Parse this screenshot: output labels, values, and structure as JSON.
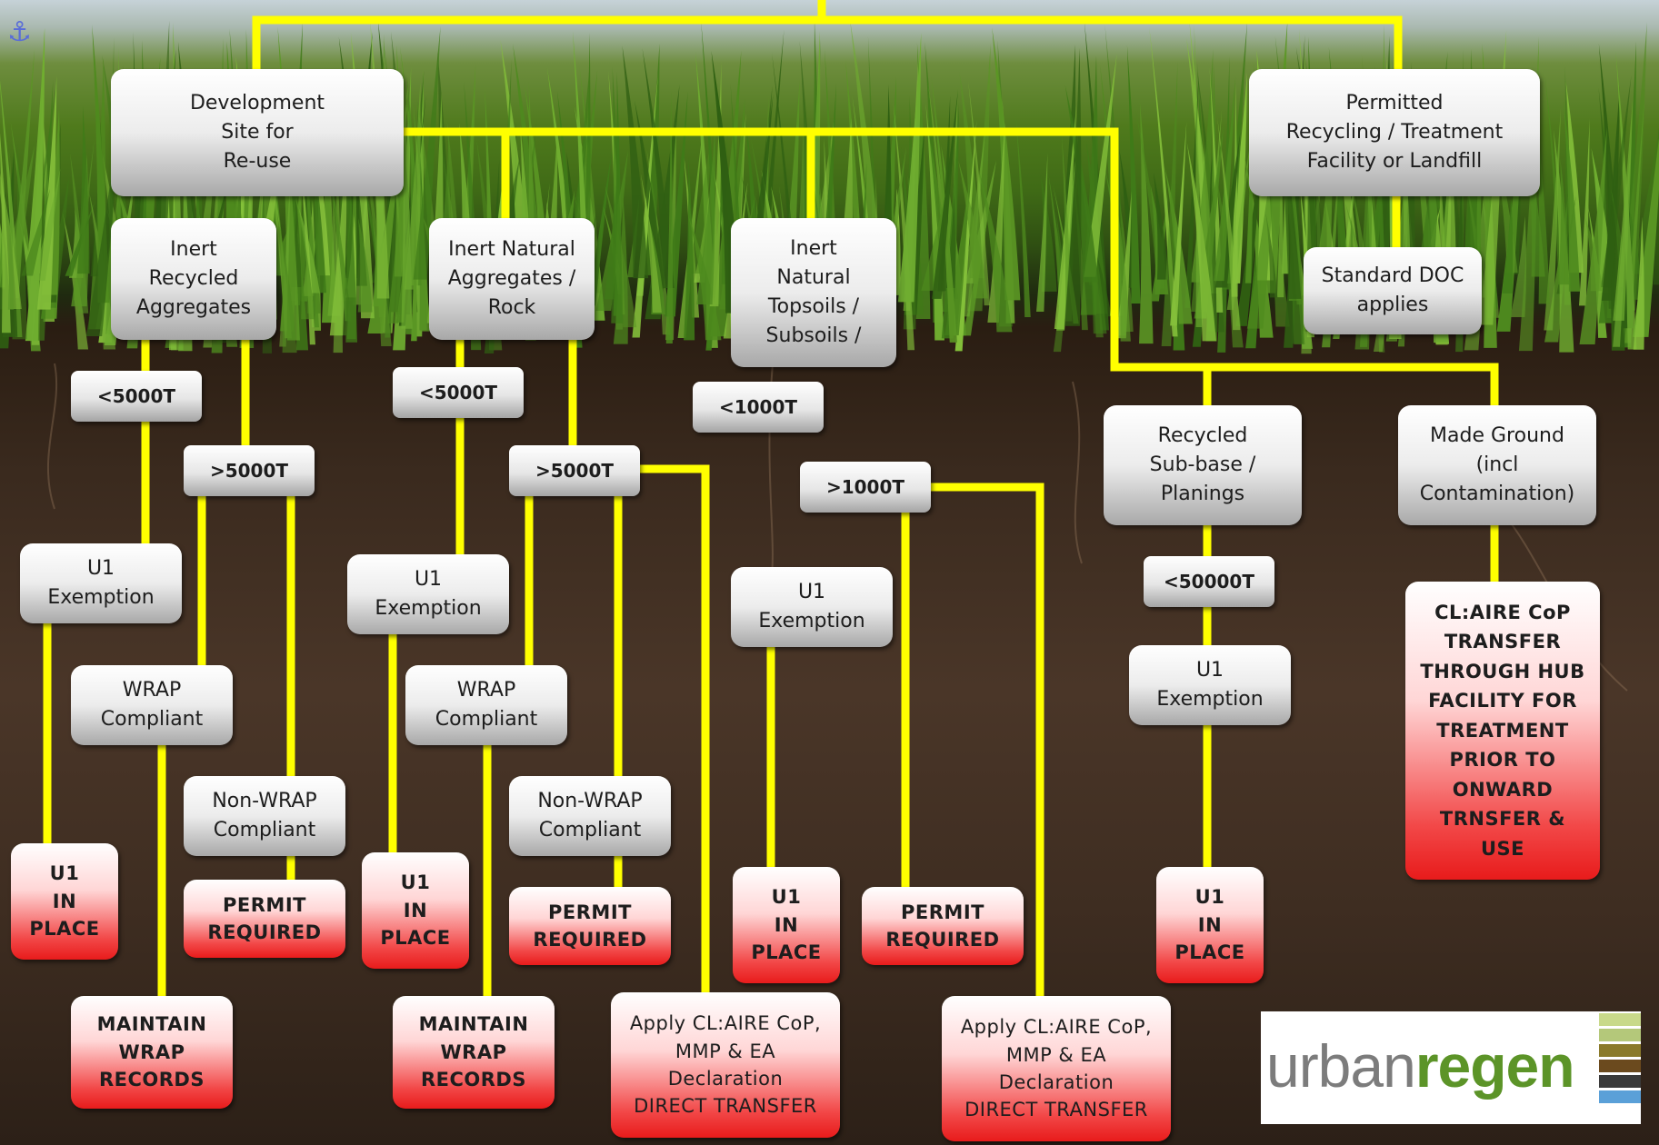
{
  "colors": {
    "connector": "#ffff00",
    "box_grey_top": "#ffffff",
    "box_grey_bottom": "#a8a8a8",
    "box_red_bottom": "#e81b1b",
    "logo_urban": "#7c7c7c",
    "logo_regen": "#5c9428",
    "logo_bars": [
      "#c8d98a",
      "#b4c87a",
      "#8a7a2a",
      "#6b4a1e",
      "#3a3a3a",
      "#5aa0d8"
    ]
  },
  "icons": {
    "anchor": "anchor-icon"
  },
  "nodes": {
    "development_site": "Development\nSite for\nRe-use",
    "permitted_facility": "Permitted\nRecycling / Treatment\nFacility or Landfill",
    "standard_doc": "Standard DOC\napplies",
    "inert_recycled": "Inert\nRecycled\nAggregates",
    "inert_natural_aggr": "Inert Natural\nAggregates /\nRock",
    "inert_natural_topsoils": "Inert\nNatural\nTopsoils  /\nSubsoils  /",
    "recycled_subbase": "Recycled\nSub-base /\nPlanings",
    "made_ground": "Made Ground\n(incl\nContamination)",
    "a_lt": "<5000T",
    "a_gt": ">5000T",
    "b_lt": "<5000T",
    "b_gt": ">5000T",
    "c_lt": "<1000T",
    "c_gt": ">1000T",
    "d_lt": "<50000T",
    "a_u1_exemption": "U1\nExemption",
    "b_u1_exemption": "U1\nExemption",
    "c_u1_exemption": "U1\nExemption",
    "d_u1_exemption": "U1\nExemption",
    "a_wrap": "WRAP\nCompliant",
    "b_wrap": "WRAP\nCompliant",
    "a_nonwrap": "Non-WRAP\nCompliant",
    "b_nonwrap": "Non-WRAP\nCompliant",
    "a_u1_in_place": "U1\nIN\nPLACE",
    "b_u1_in_place": "U1\nIN\nPLACE",
    "c_u1_in_place": "U1\nIN\nPLACE",
    "d_u1_in_place": "U1\nIN\nPLACE",
    "a_permit": "PERMIT\nREQUIRED",
    "b_permit": "PERMIT\nREQUIRED",
    "c_permit": "PERMIT\nREQUIRED",
    "a_maintain": "MAINTAIN\nWRAP\nRECORDS",
    "b_maintain": "MAINTAIN\nWRAP\nRECORDS",
    "b_apply": "Apply CL:AIRE CoP,\nMMP & EA\nDeclaration\nDIRECT TRANSFER",
    "c_apply": "Apply CL:AIRE CoP,\nMMP & EA\nDeclaration\nDIRECT TRANSFER",
    "cop_transfer": "CL:AIRE CoP\nTRANSFER\nTHROUGH HUB\nFACILITY FOR\nTREATMENT\nPRIOR TO\nONWARD\nTRNSFER &\nUSE"
  },
  "logo": {
    "urban": "urban",
    "regen": "regen"
  }
}
